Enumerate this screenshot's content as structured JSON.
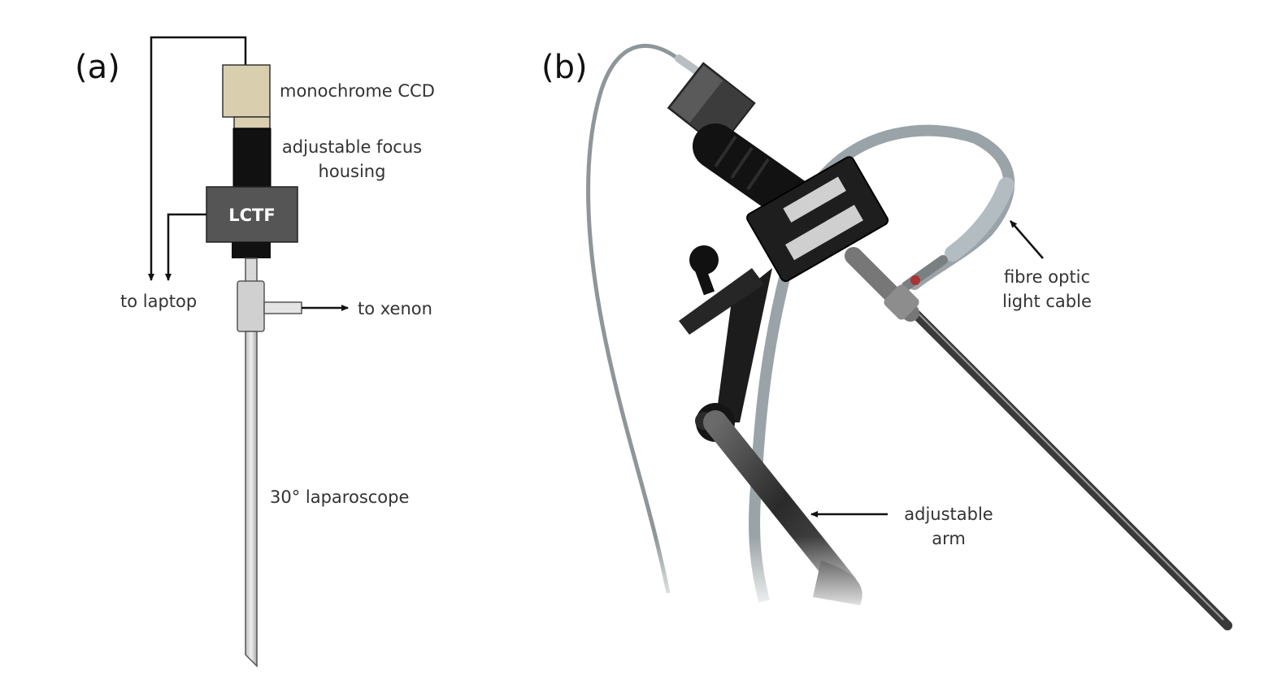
{
  "panel_a": {
    "label": "(a)",
    "camera_label": "monochrome CCD",
    "focus_label_line1": "adjustable focus",
    "focus_label_line2": "housing",
    "filter_label": "LCTF",
    "laptop_label": "to laptop",
    "xenon_label": "to xenon",
    "scope_label": "30° laparoscope"
  },
  "panel_b": {
    "label": "(b)",
    "cable_label_line1": "fibre optic",
    "cable_label_line2": "light cable",
    "arm_label_line1": "adjustable",
    "arm_label_line2": "arm"
  },
  "colors": {
    "camera": "#d9cfae",
    "housing": "#111111",
    "lctf": "#555555",
    "scope": "#d8d8d8",
    "cable": "#9aa3a8"
  }
}
